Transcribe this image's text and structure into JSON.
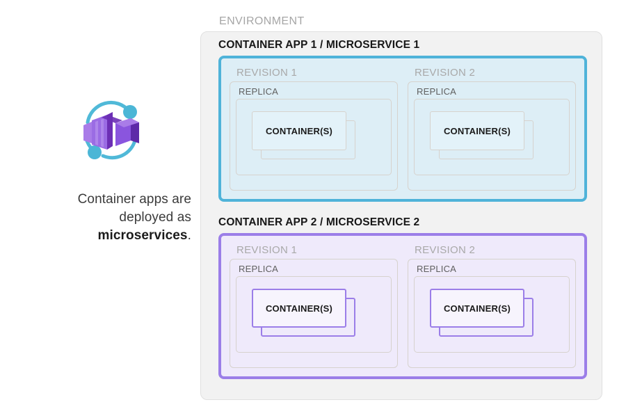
{
  "left_panel": {
    "icon_name": "azure-container-apps-icon",
    "caption_line1": "Container apps are",
    "caption_line2": "deployed as",
    "caption_strong": "microservices",
    "caption_period": "."
  },
  "environment": {
    "label": "ENVIRONMENT",
    "apps": [
      {
        "title": "CONTAINER APP 1 / MICROSERVICE 1",
        "accent": "#4fb3d9",
        "fill": "#ddeef6",
        "revisions": [
          {
            "label": "REVISION 1",
            "replica_label": "REPLICA",
            "container_label": "CONTAINER(S)"
          },
          {
            "label": "REVISION 2",
            "replica_label": "REPLICA",
            "container_label": "CONTAINER(S)"
          }
        ]
      },
      {
        "title": "CONTAINER APP 2 / MICROSERVICE 2",
        "accent": "#9b7ee8",
        "fill": "#efeafb",
        "revisions": [
          {
            "label": "REVISION 1",
            "replica_label": "REPLICA",
            "container_label": "CONTAINER(S)"
          },
          {
            "label": "REVISION 2",
            "replica_label": "REPLICA",
            "container_label": "CONTAINER(S)"
          }
        ]
      }
    ]
  },
  "colors": {
    "environment_bg": "#f2f2f2",
    "environment_border": "#e0e0e0",
    "app1_accent": "#4fb3d9",
    "app2_accent": "#9b7ee8",
    "label_gray": "#a6a6a6",
    "text_dark": "#171717",
    "icon_purple_light": "#a97ce8",
    "icon_purple_dark": "#6c2fb5",
    "icon_teal": "#50b9d8"
  }
}
